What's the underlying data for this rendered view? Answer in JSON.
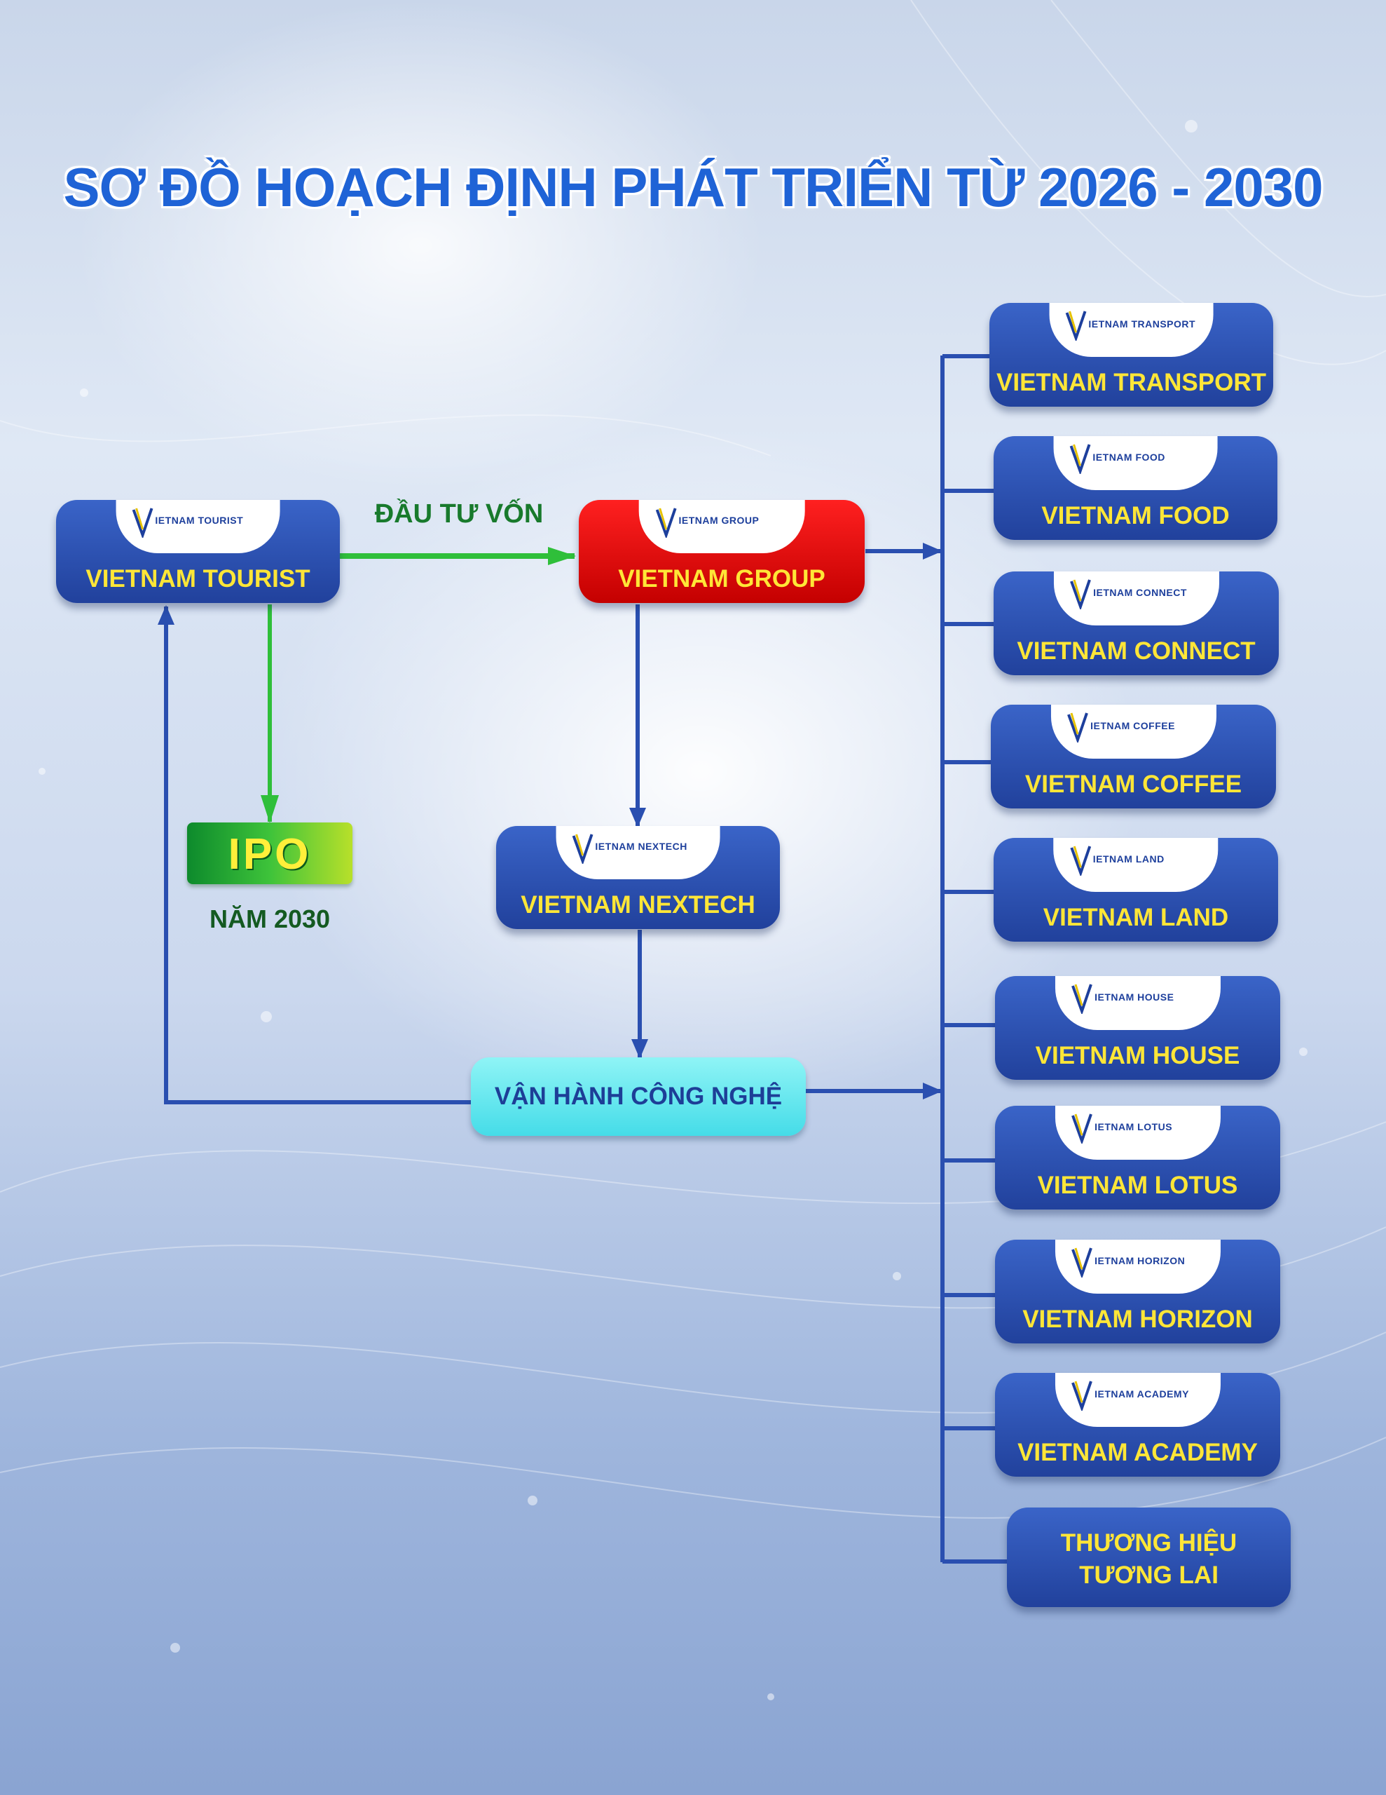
{
  "title": "SƠ ĐỒ HOẠCH ĐỊNH PHÁT TRIỂN TỪ 2026 - 2030",
  "nodes": {
    "tourist": {
      "label": "VIETNAM TOURIST",
      "logo": "IETNAM TOURIST"
    },
    "group": {
      "label": "VIETNAM GROUP",
      "logo": "IETNAM GROUP"
    },
    "nextech": {
      "label": "VIETNAM NEXTECH",
      "logo": "IETNAM NEXTECH"
    }
  },
  "investment_label": "ĐẦU TƯ VỐN",
  "ipo": {
    "label": "IPO",
    "year": "NĂM 2030"
  },
  "operations_label": "VẬN HÀNH CÔNG NGHỆ",
  "brands": [
    {
      "label": "VIETNAM TRANSPORT",
      "logo": "IETNAM TRANSPORT"
    },
    {
      "label": "VIETNAM FOOD",
      "logo": "IETNAM FOOD"
    },
    {
      "label": "VIETNAM CONNECT",
      "logo": "IETNAM CONNECT"
    },
    {
      "label": "VIETNAM COFFEE",
      "logo": "IETNAM COFFEE"
    },
    {
      "label": "VIETNAM LAND",
      "logo": "IETNAM LAND"
    },
    {
      "label": "VIETNAM HOUSE",
      "logo": "IETNAM HOUSE"
    },
    {
      "label": "VIETNAM LOTUS",
      "logo": "IETNAM LOTUS"
    },
    {
      "label": "VIETNAM HORIZON",
      "logo": "IETNAM HORIZON"
    },
    {
      "label": "VIETNAM ACADEMY",
      "logo": "IETNAM ACADEMY"
    }
  ],
  "future_brand": [
    "THƯƠNG HIỆU",
    "TƯƠNG LAI"
  ],
  "colors": {
    "title": "#1f63d6",
    "node_blue": "#2a4fb0",
    "node_red": "#e10000",
    "node_text": "#ffe637",
    "connector_blue": "#2a4fb0",
    "connector_green": "#2fbf3a",
    "ops_cyan": "#5ae3ee"
  }
}
